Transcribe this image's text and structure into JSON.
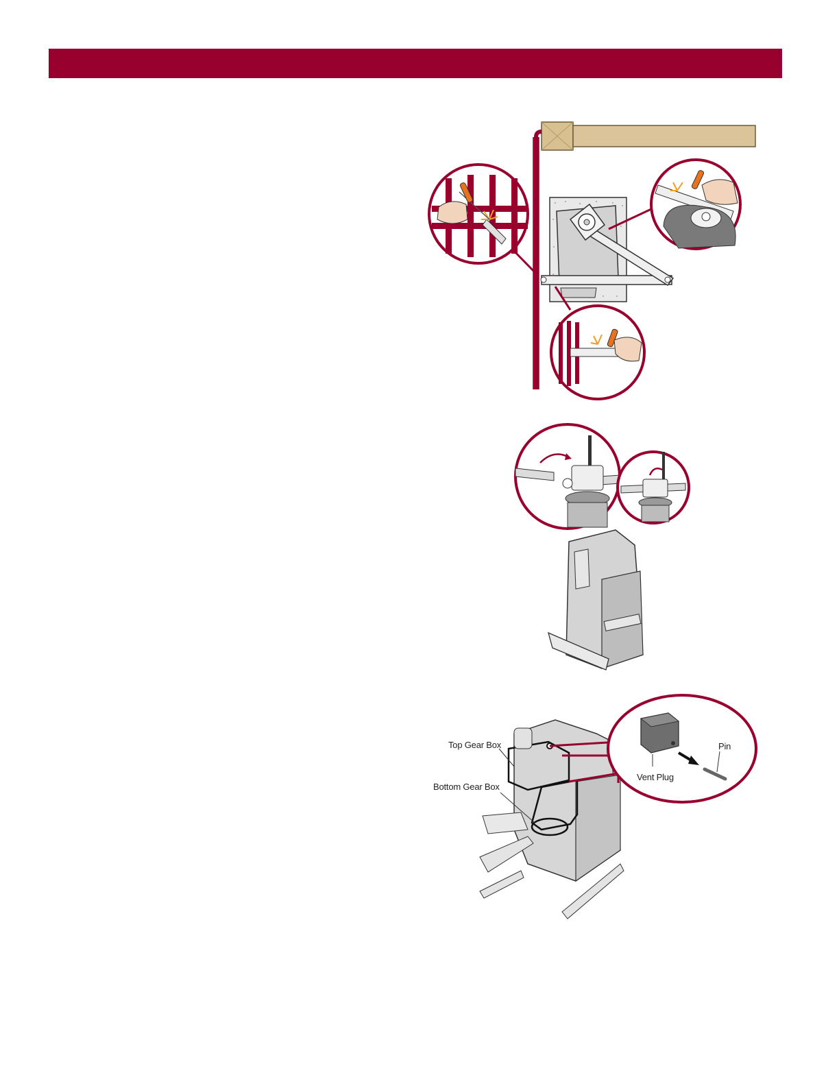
{
  "header": {
    "color": "#98002e"
  },
  "colors": {
    "accent": "#98002e",
    "wood": "#dcc49a",
    "metal": "#d2d2d2",
    "skin": "#f1d4bb",
    "handle": "#e8731e"
  },
  "figure1": {
    "icons": [
      "weld-sparks-icon",
      "welding-torch-icon",
      "hand-icon"
    ]
  },
  "figure2": {
    "icons": [
      "rotate-arrow-icon",
      "rotate-arrow-icon"
    ]
  },
  "figure3": {
    "labels": {
      "top_gear_box": "Top Gear Box",
      "bottom_gear_box": "Bottom Gear Box",
      "vent_plug": "Vent Plug",
      "pin": "Pin"
    }
  }
}
